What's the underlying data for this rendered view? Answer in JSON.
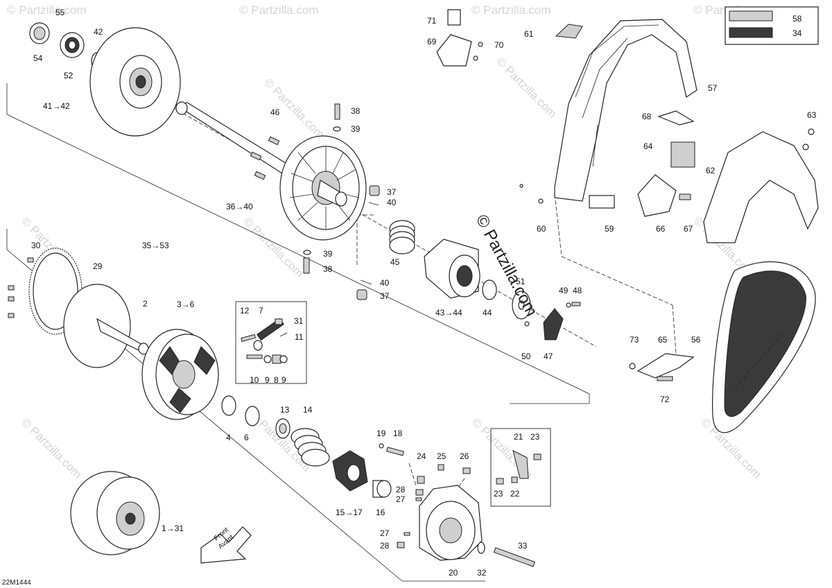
{
  "diagram": {
    "catalog_code": "22M1444",
    "watermark_small": "© Partzilla.com",
    "watermark_large": "© Partzilla.com",
    "arrow_badge_line1": "Front",
    "arrow_badge_line2": "Avant",
    "callouts": [
      {
        "id": "c55",
        "text": "55"
      },
      {
        "id": "c54",
        "text": "54"
      },
      {
        "id": "c52",
        "text": "52"
      },
      {
        "id": "c42",
        "text": "42"
      },
      {
        "id": "c41",
        "text": "41→42"
      },
      {
        "id": "c46",
        "text": "46"
      },
      {
        "id": "c38a",
        "text": "38"
      },
      {
        "id": "c39a",
        "text": "39"
      },
      {
        "id": "c37a",
        "text": "37"
      },
      {
        "id": "c40a",
        "text": "40"
      },
      {
        "id": "c36",
        "text": "36→40"
      },
      {
        "id": "c35",
        "text": "35→53"
      },
      {
        "id": "c39b",
        "text": "39"
      },
      {
        "id": "c38b",
        "text": "38"
      },
      {
        "id": "c40b",
        "text": "40"
      },
      {
        "id": "c37b",
        "text": "37"
      },
      {
        "id": "c45",
        "text": "45"
      },
      {
        "id": "c43",
        "text": "43→44"
      },
      {
        "id": "c44",
        "text": "44"
      },
      {
        "id": "c51",
        "text": "51"
      },
      {
        "id": "c49",
        "text": "49"
      },
      {
        "id": "c48",
        "text": "48"
      },
      {
        "id": "c50",
        "text": "50"
      },
      {
        "id": "c47",
        "text": "47"
      },
      {
        "id": "c30",
        "text": "30"
      },
      {
        "id": "c29",
        "text": "29"
      },
      {
        "id": "c1",
        "text": "1"
      },
      {
        "id": "c2",
        "text": "2"
      },
      {
        "id": "c3",
        "text": "3→6"
      },
      {
        "id": "c12",
        "text": "12"
      },
      {
        "id": "c7",
        "text": "7"
      },
      {
        "id": "c31a",
        "text": "31"
      },
      {
        "id": "c11",
        "text": "11"
      },
      {
        "id": "c10",
        "text": "10"
      },
      {
        "id": "c9a",
        "text": "9"
      },
      {
        "id": "c8",
        "text": "8"
      },
      {
        "id": "c9b",
        "text": "9"
      },
      {
        "id": "c4",
        "text": "4"
      },
      {
        "id": "c6",
        "text": "6"
      },
      {
        "id": "c13",
        "text": "13"
      },
      {
        "id": "c14",
        "text": "14"
      },
      {
        "id": "c19",
        "text": "19"
      },
      {
        "id": "c18",
        "text": "18"
      },
      {
        "id": "c15",
        "text": "15→17"
      },
      {
        "id": "c16",
        "text": "16"
      },
      {
        "id": "c24",
        "text": "24"
      },
      {
        "id": "c25",
        "text": "25"
      },
      {
        "id": "c26",
        "text": "26"
      },
      {
        "id": "c28a",
        "text": "28"
      },
      {
        "id": "c27a",
        "text": "27"
      },
      {
        "id": "c27b",
        "text": "27"
      },
      {
        "id": "c28b",
        "text": "28"
      },
      {
        "id": "c20",
        "text": "20"
      },
      {
        "id": "c32",
        "text": "32"
      },
      {
        "id": "c33",
        "text": "33"
      },
      {
        "id": "c21",
        "text": "21"
      },
      {
        "id": "c23a",
        "text": "23"
      },
      {
        "id": "c23b",
        "text": "23"
      },
      {
        "id": "c22",
        "text": "22"
      },
      {
        "id": "c1_31",
        "text": "1→31"
      },
      {
        "id": "c71",
        "text": "71"
      },
      {
        "id": "c69",
        "text": "69"
      },
      {
        "id": "c70",
        "text": "70"
      },
      {
        "id": "c61",
        "text": "61"
      },
      {
        "id": "c58",
        "text": "58"
      },
      {
        "id": "c34",
        "text": "34"
      },
      {
        "id": "c57",
        "text": "57"
      },
      {
        "id": "c68",
        "text": "68"
      },
      {
        "id": "c63",
        "text": "63"
      },
      {
        "id": "c64",
        "text": "64"
      },
      {
        "id": "c62",
        "text": "62"
      },
      {
        "id": "c60",
        "text": "60"
      },
      {
        "id": "c59",
        "text": "59"
      },
      {
        "id": "c66",
        "text": "66"
      },
      {
        "id": "c67",
        "text": "67"
      },
      {
        "id": "c73",
        "text": "73"
      },
      {
        "id": "c65",
        "text": "65"
      },
      {
        "id": "c72",
        "text": "72"
      },
      {
        "id": "c56",
        "text": "56"
      }
    ]
  }
}
